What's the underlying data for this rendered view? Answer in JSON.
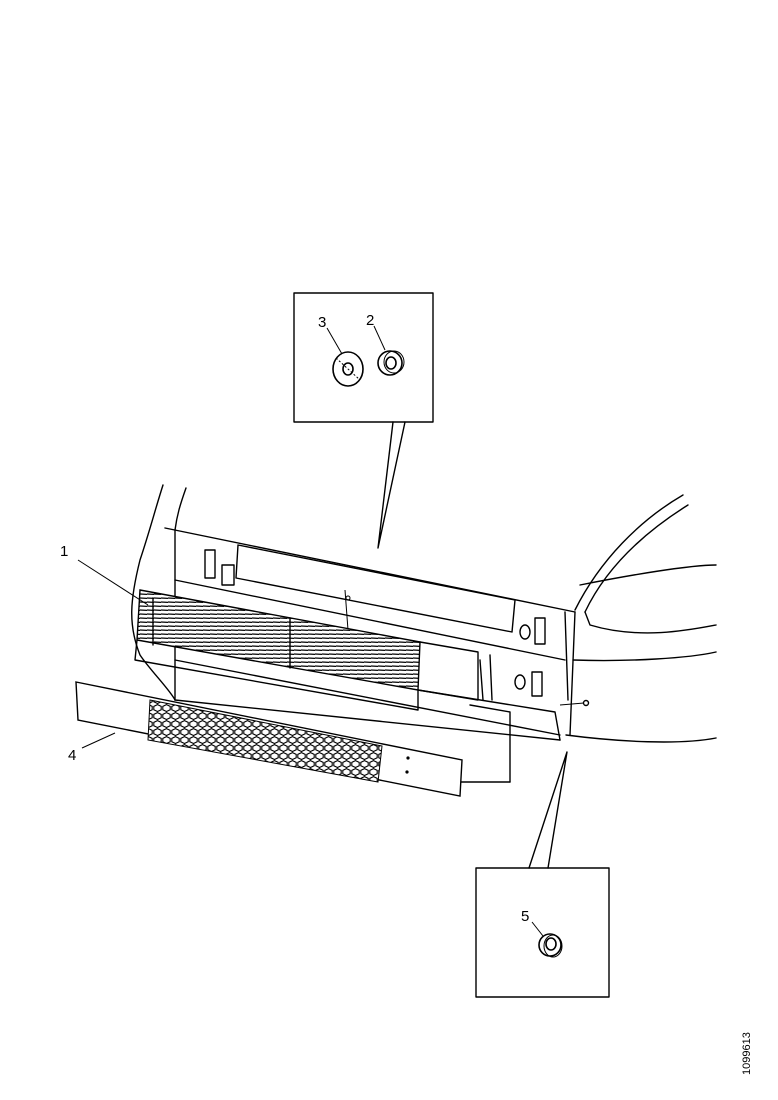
{
  "callouts": {
    "c1": "1",
    "c2": "2",
    "c3": "3",
    "c4": "4",
    "c5": "5"
  },
  "drawing_id": "1099613",
  "colors": {
    "line": "#000000",
    "background": "#ffffff"
  }
}
